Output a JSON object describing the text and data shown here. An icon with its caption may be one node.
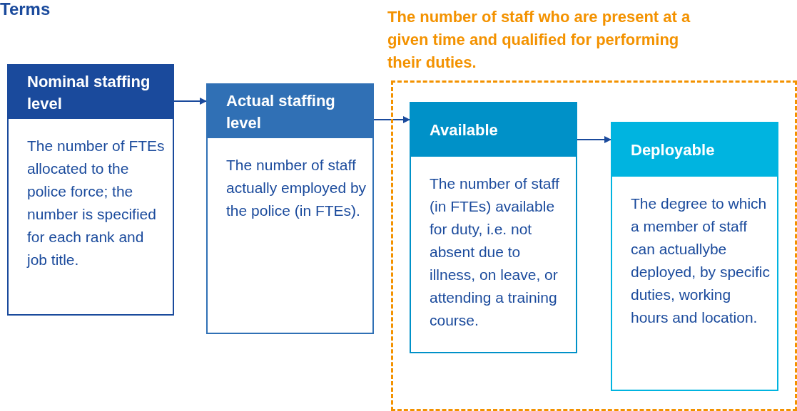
{
  "diagram": {
    "title": "Terms",
    "nodes": [
      {
        "text": [
          "The number of staff who are present at a given time and qualified for performing their duties."
        ]
      },
      {
        "text": [
          "Nominal staffing level",
          "The number of FTEs allocated to the police force; the number is specified for each rank and job title."
        ]
      },
      {
        "text": [
          "Actual staffing level",
          "The number of staff actually employed by the police (in FTEs)."
        ]
      },
      {
        "text": [
          "Available",
          "The number of staff (in FTEs) available for duty, i.e. not absent due to illness, on leave, or attending a training course."
        ],
        "in": 0
      },
      {
        "text": [
          "Deployable",
          "The degree to which a member of staff can actuallybe deployed, by specific duties, working hours and location."
        ],
        "in": 0
      }
    ],
    "edges": [
      {
        "from": 1,
        "to": 2,
        "arrow": "to"
      },
      {
        "from": 2,
        "to": 3,
        "arrow": "to"
      },
      {
        "from": 3,
        "to": 4,
        "arrow": "to"
      }
    ]
  }
}
